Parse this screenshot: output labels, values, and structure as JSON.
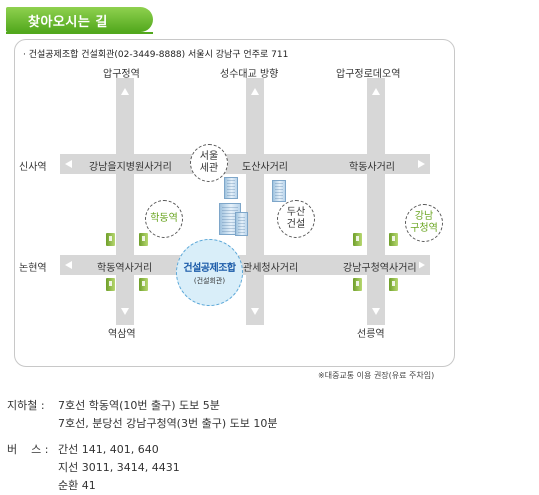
{
  "header": {
    "title": "찾아오시는 길"
  },
  "map": {
    "address": "· 건설공제조합 건설회관(02-3449-8888) 서울시 강남구 언주로 711",
    "labels": {
      "apgujeong": "압구정역",
      "seongsu": "성수대교 방향",
      "apgujeong_rodeo": "압구정로데오역",
      "sinsa": "신사역",
      "gangnam_hospital": "강남을지병원사거리",
      "dosan": "도산사거리",
      "hakdong_intersection": "학동사거리",
      "nonhyeon": "논현역",
      "hakdong_station_intersection": "학동역사거리",
      "gwanse": "관세청사거리",
      "gangnam_office_intersection": "강남구청역사거리",
      "yeoksam": "역삼역",
      "seolleung": "선릉역"
    },
    "circles": {
      "seoul_hall": [
        "서울",
        "세관"
      ],
      "hakdong_station": "학동역",
      "doosan": [
        "두산",
        "건설"
      ],
      "gangnam_office": [
        "강남",
        "구청역"
      ]
    },
    "target": {
      "name": "건설공제조합",
      "sub": "(건설회관)"
    },
    "accent_green": "#6aa521",
    "accent_blue": "#1a5aa8",
    "note": "※대중교통 이용 권장(유료 주차임)"
  },
  "transit": {
    "subway_label": "지하철 :",
    "subway_lines": [
      "7호선 학동역(10번 출구) 도보 5분",
      "7호선, 분당선 강남구청역(3번 출구) 도보 10분"
    ],
    "bus_label": "버    스 :",
    "bus_lines": [
      "간선 141, 401, 640",
      "지선 3011, 3414, 4431",
      "순환 41"
    ]
  }
}
